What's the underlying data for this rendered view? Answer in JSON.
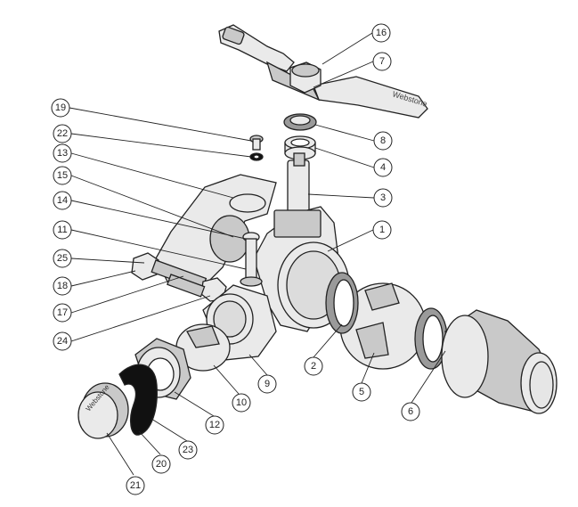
{
  "diagram": {
    "brand_text": "Webstone",
    "callouts": [
      {
        "id": "c1",
        "number": "1"
      },
      {
        "id": "c2",
        "number": "2"
      },
      {
        "id": "c3",
        "number": "3"
      },
      {
        "id": "c4",
        "number": "4"
      },
      {
        "id": "c5",
        "number": "5"
      },
      {
        "id": "c6",
        "number": "6"
      },
      {
        "id": "c7",
        "number": "7"
      },
      {
        "id": "c8",
        "number": "8"
      },
      {
        "id": "c9",
        "number": "9"
      },
      {
        "id": "c10",
        "number": "10"
      },
      {
        "id": "c11",
        "number": "11"
      },
      {
        "id": "c12",
        "number": "12"
      },
      {
        "id": "c13",
        "number": "13"
      },
      {
        "id": "c14",
        "number": "14"
      },
      {
        "id": "c15",
        "number": "15"
      },
      {
        "id": "c16",
        "number": "16"
      },
      {
        "id": "c17",
        "number": "17"
      },
      {
        "id": "c18",
        "number": "18"
      },
      {
        "id": "c19",
        "number": "19"
      },
      {
        "id": "c20",
        "number": "20"
      },
      {
        "id": "c21",
        "number": "21"
      },
      {
        "id": "c22",
        "number": "22"
      },
      {
        "id": "c23",
        "number": "23"
      },
      {
        "id": "c24",
        "number": "24"
      },
      {
        "id": "c25",
        "number": "25"
      }
    ]
  }
}
